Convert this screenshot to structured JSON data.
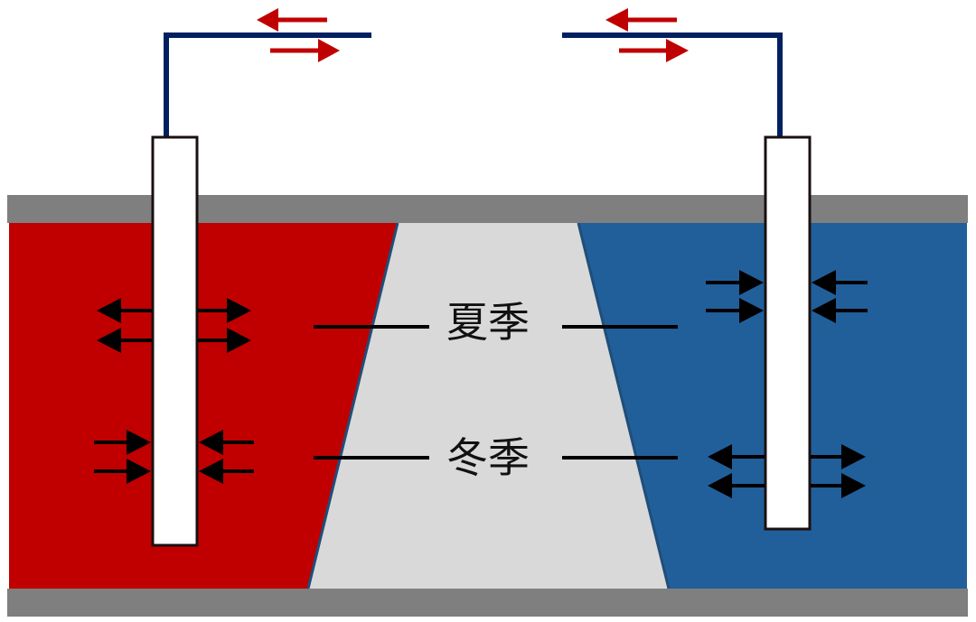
{
  "diagram": {
    "title": "Aquifer thermal energy storage - seasonal operation",
    "labels": {
      "summer": "夏季",
      "winter": "冬季"
    },
    "zones": {
      "hot": {
        "name": "hot-storage-zone",
        "color": "#c00000"
      },
      "transition": {
        "name": "transition-zone",
        "color": "#d9d9d9"
      },
      "cold": {
        "name": "cold-storage-zone",
        "color": "#215f9a"
      }
    },
    "confining_layer_color": "#7f7f7f",
    "pipe_color": "#002060",
    "flow_arrow_color": "#c00000",
    "well_arrow_color": "#000000",
    "wells": [
      {
        "id": "hot-well",
        "summer_flow": "injection (outward)",
        "winter_flow": "extraction (inward)"
      },
      {
        "id": "cold-well",
        "summer_flow": "extraction (inward)",
        "winter_flow": "injection (outward)"
      }
    ]
  }
}
